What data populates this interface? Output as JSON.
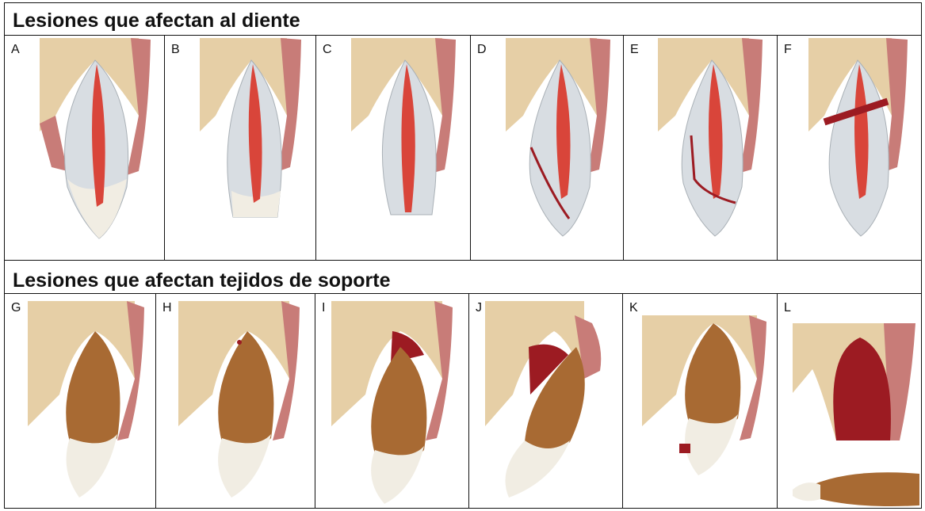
{
  "sections": [
    {
      "title": "Lesiones que afectan al diente",
      "panels": [
        {
          "letter": "A",
          "kind": "healthy"
        },
        {
          "letter": "B",
          "kind": "enamel-fracture"
        },
        {
          "letter": "C",
          "kind": "crown-fracture-pulp"
        },
        {
          "letter": "D",
          "kind": "crown-root-fracture"
        },
        {
          "letter": "E",
          "kind": "crown-root-fracture-pulp"
        },
        {
          "letter": "F",
          "kind": "root-fracture"
        }
      ]
    },
    {
      "title": "Lesiones que afectan tejidos de soporte",
      "panels": [
        {
          "letter": "G",
          "kind": "concussion"
        },
        {
          "letter": "H",
          "kind": "subluxation"
        },
        {
          "letter": "I",
          "kind": "extrusive-luxation"
        },
        {
          "letter": "J",
          "kind": "lateral-luxation"
        },
        {
          "letter": "K",
          "kind": "intrusive-luxation"
        },
        {
          "letter": "L",
          "kind": "avulsion"
        }
      ]
    }
  ],
  "colors": {
    "bone": "#e6cfa6",
    "bone_pore": "#5a3b20",
    "gum": "#c87c78",
    "gum_light": "#e3a6a2",
    "dentin": "#d8dde2",
    "enamel": "#f1ede3",
    "pulp": "#d9453a",
    "root": "#a86a33",
    "blood": "#9c1b22"
  }
}
